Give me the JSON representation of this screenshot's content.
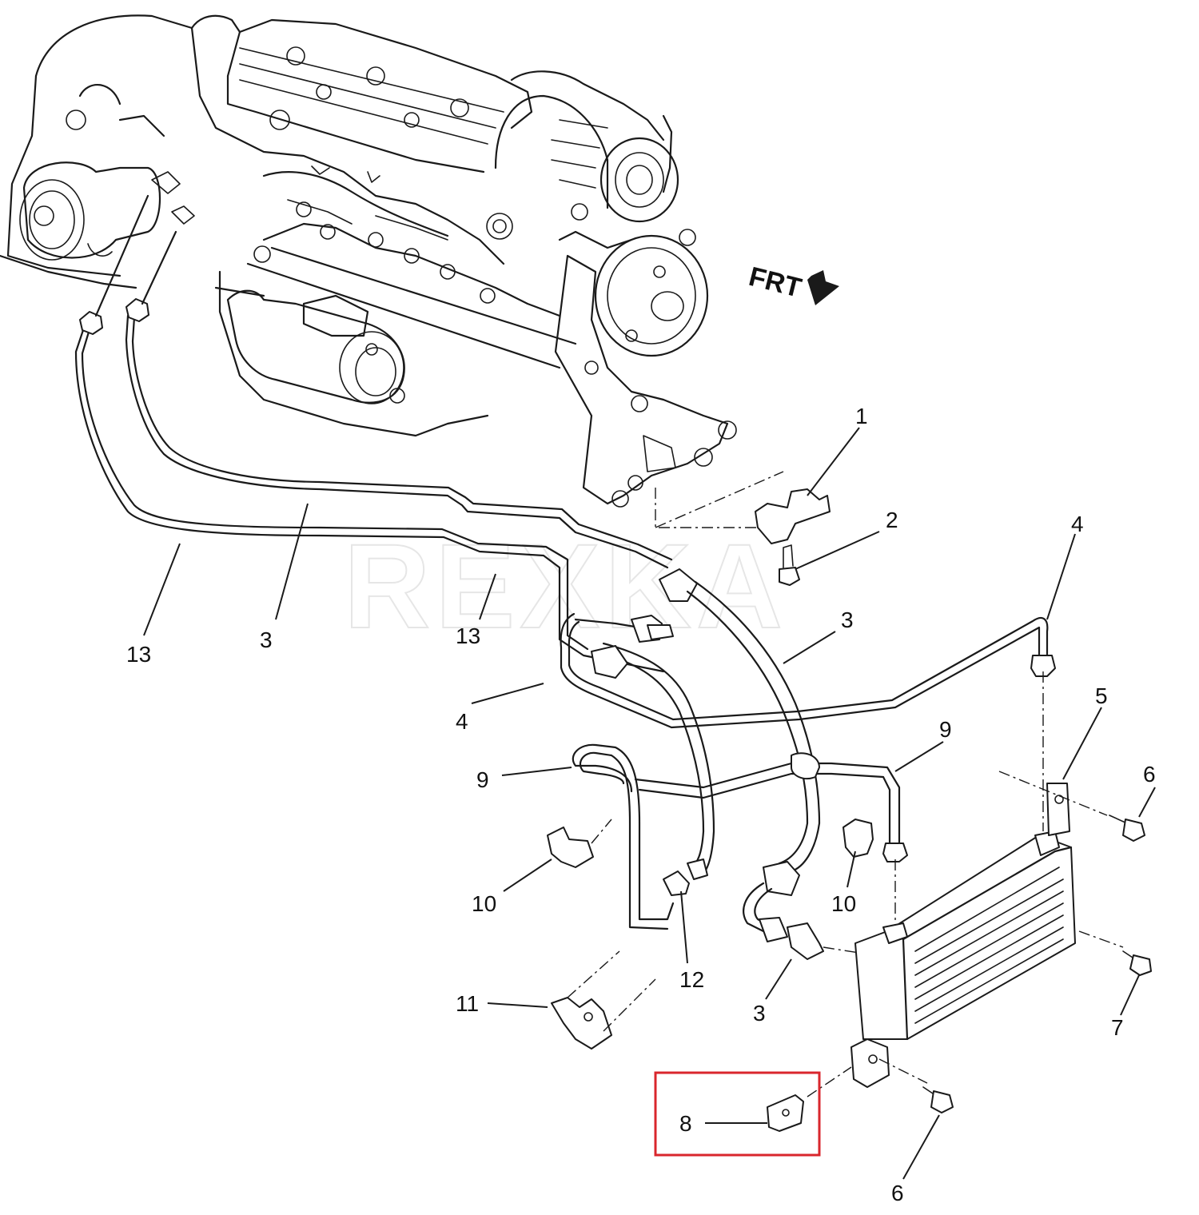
{
  "diagram": {
    "direction_label": "FRT",
    "watermark": "REXKA",
    "highlight_color": "#d9262c",
    "callouts": {
      "c1": "1",
      "c2": "2",
      "c3a": "3",
      "c3b": "3",
      "c3c": "3",
      "c4a": "4",
      "c4b": "4",
      "c5": "5",
      "c6a": "6",
      "c6b": "6",
      "c7": "7",
      "c8": "8",
      "c9a": "9",
      "c9b": "9",
      "c10a": "10",
      "c10b": "10",
      "c11": "11",
      "c12": "12",
      "c13a": "13",
      "c13b": "13"
    }
  }
}
